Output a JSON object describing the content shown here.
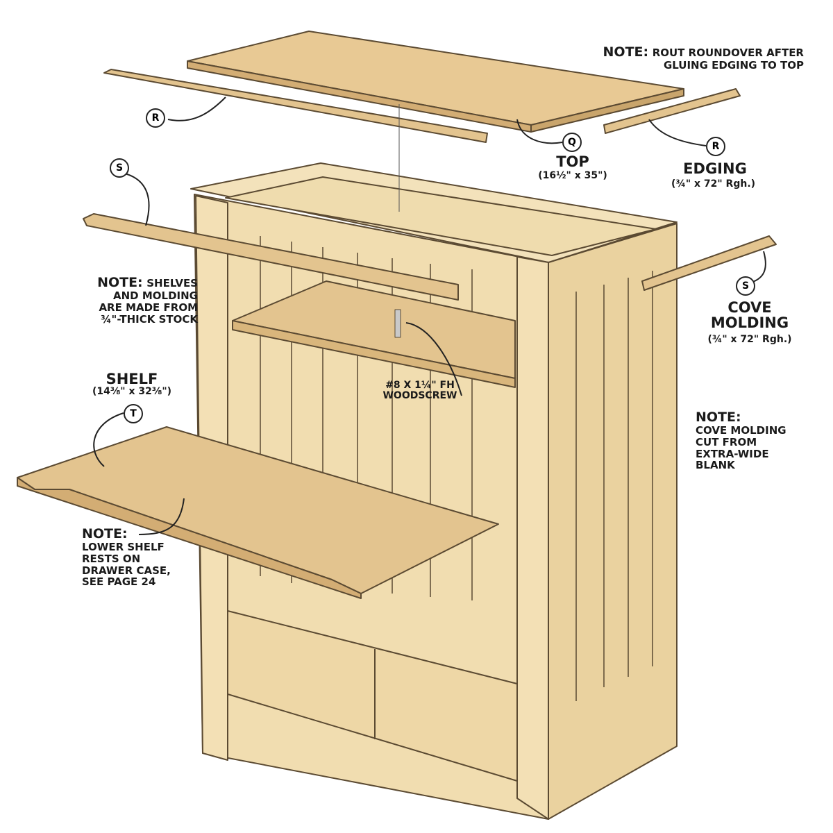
{
  "notes": {
    "top_note": {
      "head": "NOTE:",
      "lines": [
        "ROUT ROUNDOVER AFTER",
        "GLUING EDGING TO TOP"
      ]
    },
    "shelves_note": {
      "head": "NOTE:",
      "lines": [
        "SHELVES",
        "AND MOLDING",
        "ARE MADE  FROM",
        "¾\"-THICK STOCK"
      ]
    },
    "cove_note": {
      "head": "NOTE:",
      "lines": [
        "COVE MOLDING",
        "CUT FROM",
        "EXTRA-WIDE",
        "BLANK"
      ]
    },
    "lower_shelf_note": {
      "head": "NOTE:",
      "lines": [
        "LOWER SHELF",
        "RESTS ON",
        "DRAWER CASE,",
        "SEE PAGE 24"
      ]
    }
  },
  "parts": {
    "top": {
      "letter": "Q",
      "name": "TOP",
      "dims": "(16½\" x 35\")"
    },
    "edging": {
      "letter": "R",
      "name": "EDGING",
      "dims": "(¾\" x 72\" Rgh.)"
    },
    "edging_left_letter": "R",
    "cove": {
      "letter": "S",
      "name_lines": [
        "COVE",
        "MOLDING"
      ],
      "dims": "(¾\" x 72\" Rgh.)"
    },
    "cove_left_letter": "S",
    "shelf": {
      "letter": "T",
      "name": "SHELF",
      "dims": "(14⅜\" x 32⅜\")"
    },
    "screw": {
      "lines": [
        "#8 x 1¼\" Fh",
        "WOODSCREW"
      ]
    }
  },
  "colors": {
    "wood": "#f1ddb0",
    "wood_dark": "#e3c48f",
    "outline": "#5b4a32"
  }
}
